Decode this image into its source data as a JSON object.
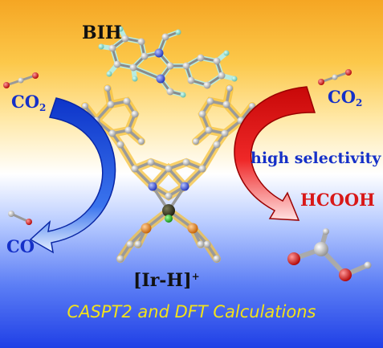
{
  "labels": {
    "bih": "BIH",
    "co2_left": "CO",
    "co2_left_sub": "2",
    "co2_right": "CO",
    "co2_right_sub": "2",
    "co": "CO",
    "high_selectivity": "high selectivity",
    "hcooh": "HCOOH",
    "catalyst": "[Ir-H]",
    "catalyst_charge": "+",
    "caption": "CASPT2 and DFT Calculations"
  },
  "colors": {
    "background_top": "#f5a623",
    "background_bottom": "#1f3fe6",
    "blue_arrow": "#1e4fd8",
    "red_arrow": "#e01818",
    "caption_yellow": "#f2e21a",
    "molecule_glow": "#f6c23c"
  }
}
